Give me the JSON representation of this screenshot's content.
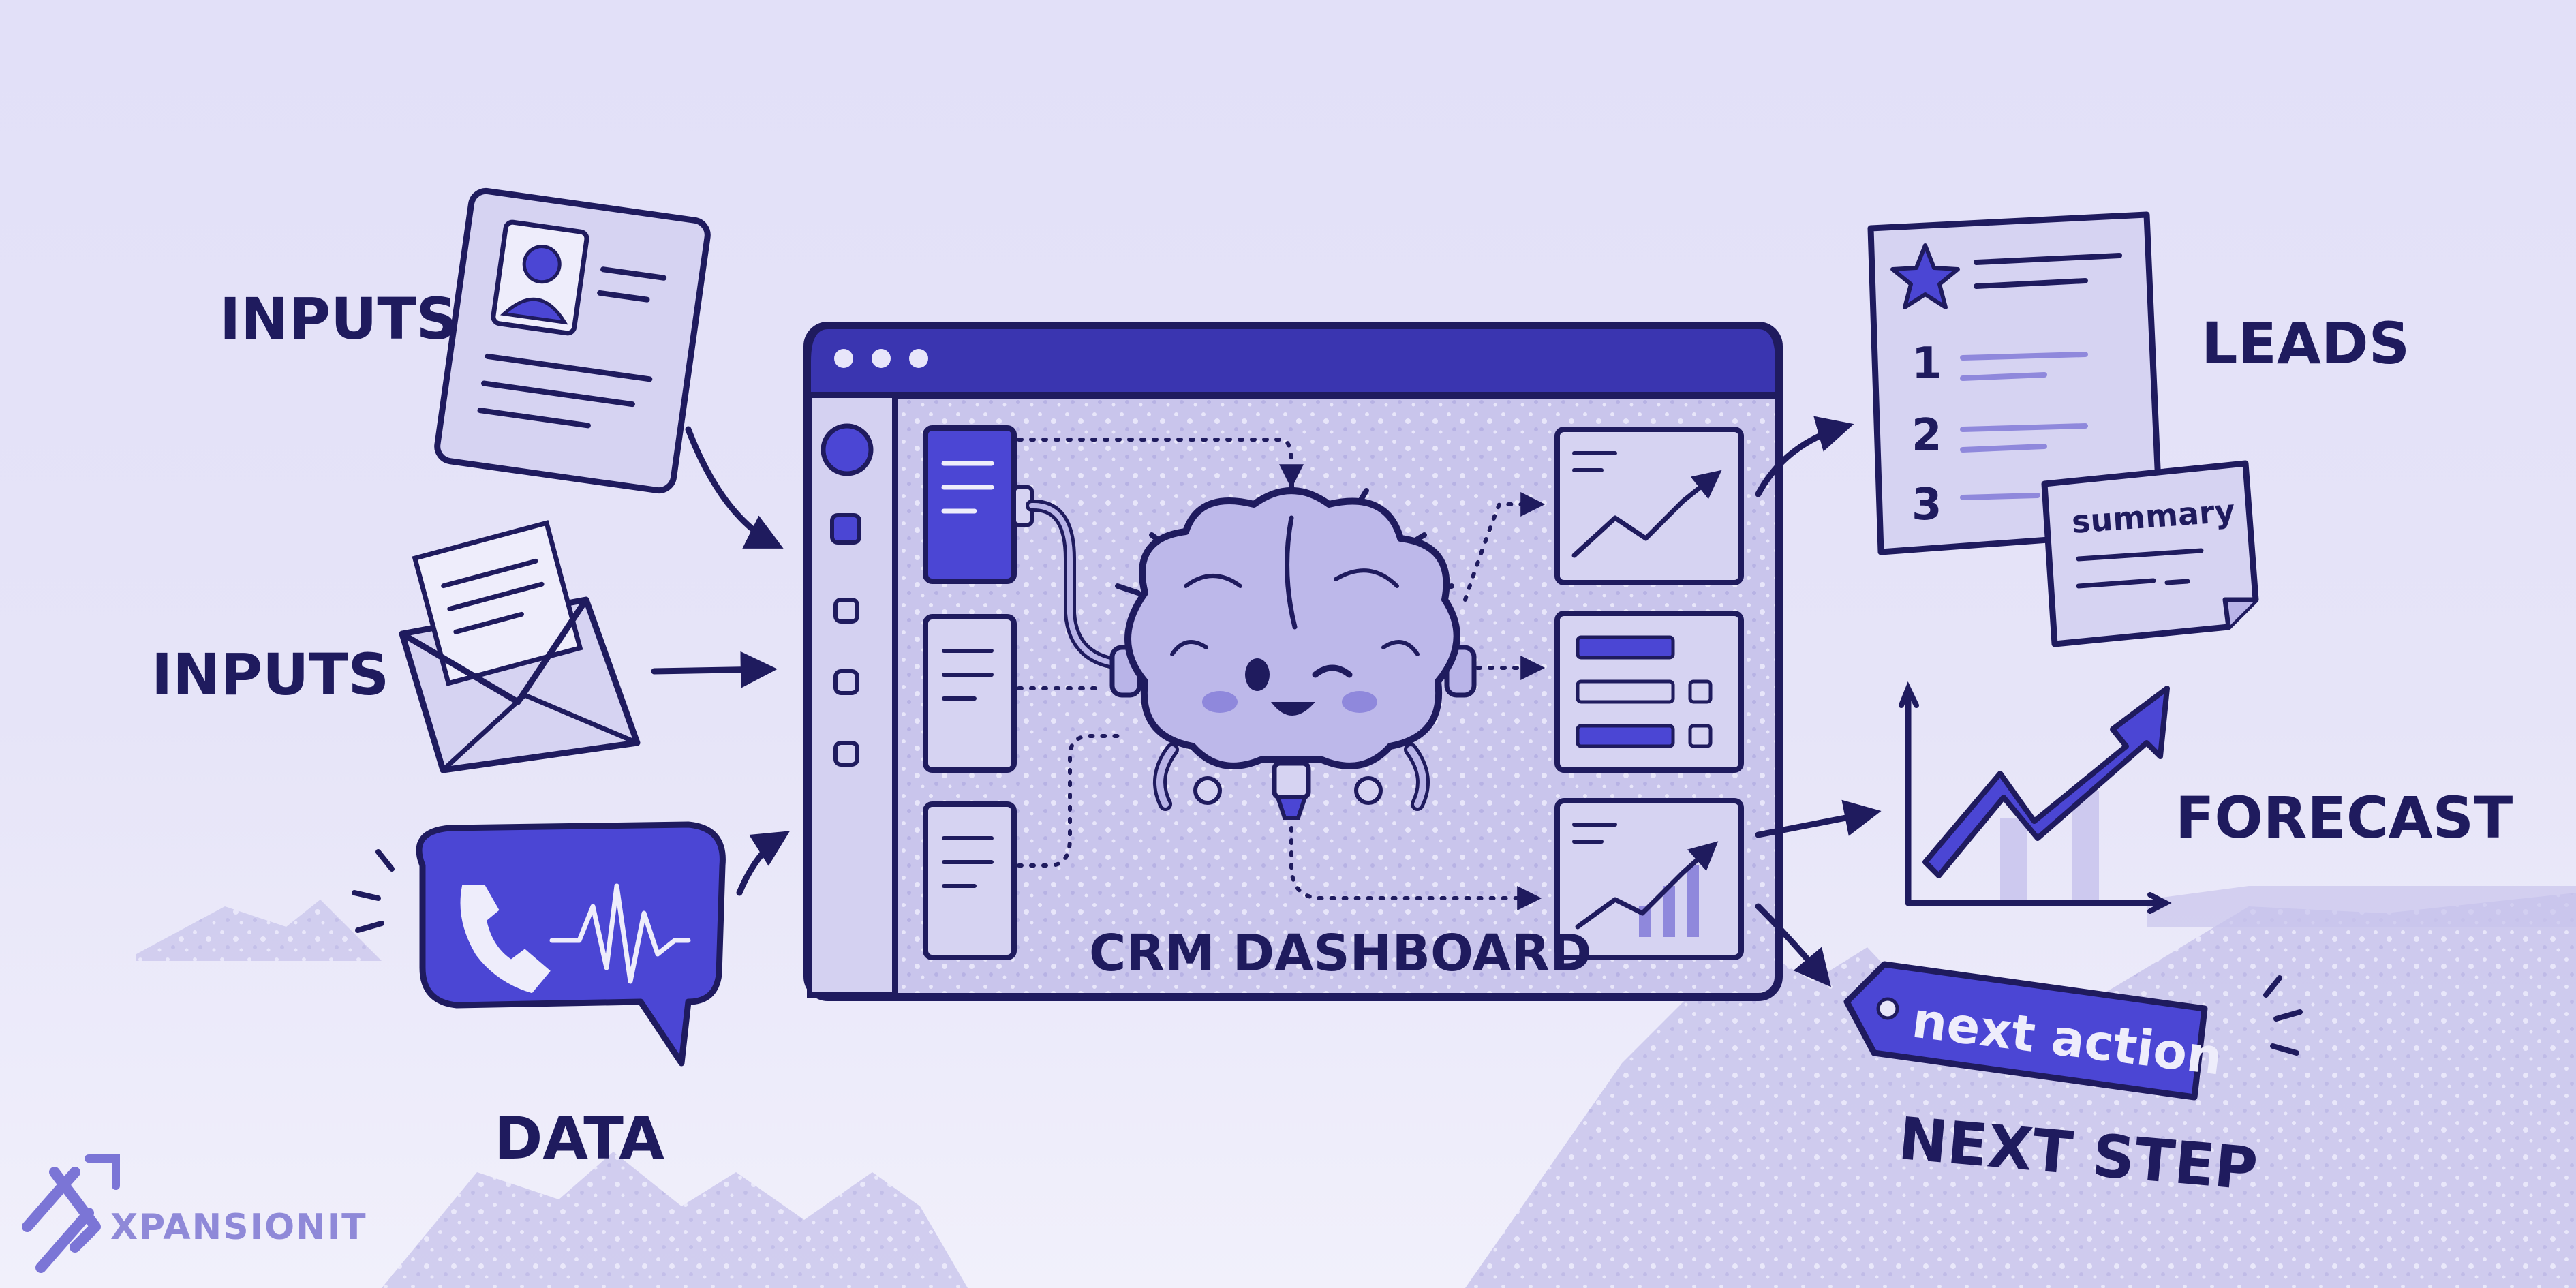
{
  "labels": {
    "inputs_top": "INPUTS",
    "inputs_mid": "INPUTS",
    "data": "DATA",
    "leads": "LEADS",
    "forecast": "FORECAST",
    "next_step": "NEXT STEP",
    "dashboard": "CRM DASHBOARD",
    "summary": "summary",
    "next_action": "next action",
    "brand": "XPANSIONIT"
  },
  "leads_list": [
    "1",
    "2",
    "3"
  ],
  "icons": {
    "contact_card": "contact-card-icon",
    "envelope": "envelope-icon",
    "phone_call": "phone-call-icon",
    "brain": "brain-robot-icon",
    "star": "star-icon",
    "trend": "trend-chart-icon"
  },
  "colors": {
    "ink": "#1f1b5e",
    "accent": "#4b46d4",
    "panel": "#d4d1f1",
    "background": "#e4e2f8"
  }
}
